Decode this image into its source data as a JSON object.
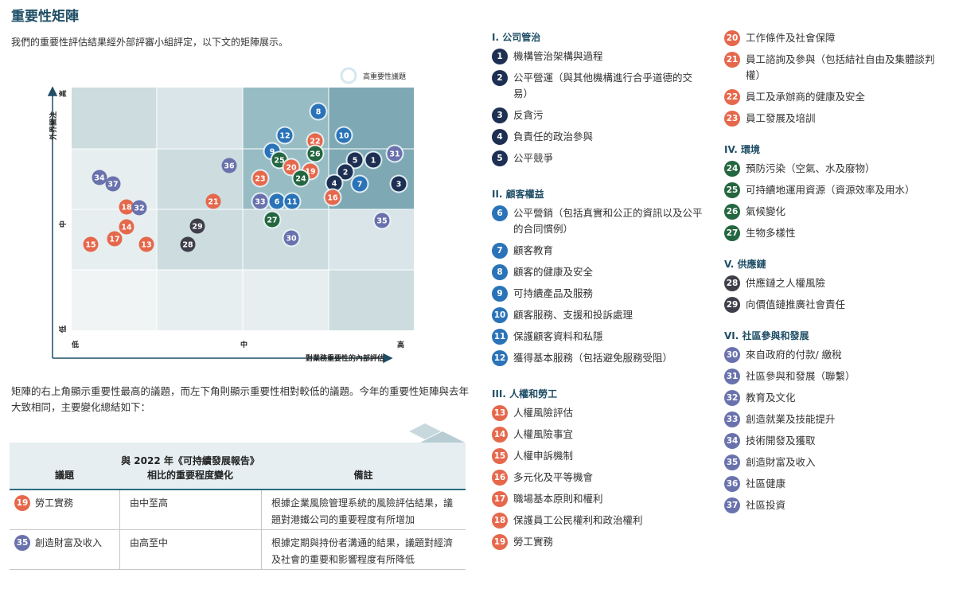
{
  "title": "重要性矩陣",
  "intro": "我們的重要性評估結果經外部評審小組評定，以下文的矩陣展示。",
  "matrix": {
    "legend_label": "高重要性議題",
    "x_axis_label": "對業務重要性的內部評估",
    "y_axis_label": "外界關注",
    "x_ticks": [
      "低",
      "中",
      "高"
    ],
    "y_ticks": [
      "高",
      "中",
      "低"
    ]
  },
  "colors": {
    "navy": "#1d2f52",
    "blue": "#2a73b8",
    "orange": "#e6684c",
    "green": "#23663f",
    "darkgrey": "#3e3f4a",
    "purple": "#6a72ad",
    "accent": "#1f4e66"
  },
  "paragraph": "矩陣的右上角顯示重要性最高的議題，而左下角則顯示重要性相對較低的議題。今年的重要性矩陣與去年大致相同，主要變化總結如下：",
  "table": {
    "headers": [
      "議題",
      "與 2022 年《可持續發展報告》相比的重要程度變化",
      "備註"
    ],
    "rows": [
      {
        "num": "19",
        "color": "#e6684c",
        "topic": "勞工實務",
        "change": "由中至高",
        "note": "根據企業風險管理系統的風險評估結果，議題對港鐵公司的重要程度有所增加"
      },
      {
        "num": "35",
        "color": "#6a72ad",
        "topic": "創造財富及收入",
        "change": "由高至中",
        "note": "根據定期與持份者溝通的結果，議題對經濟及社會的重要和影響程度有所降低"
      }
    ]
  },
  "sections": [
    {
      "title": "I. 公司管治",
      "items": [
        {
          "num": "1",
          "label": "機構管治架構與過程",
          "color": "#1d2f52"
        },
        {
          "num": "2",
          "label": "公平營運（與其他機構進行合乎道德的交易）",
          "color": "#1d2f52"
        },
        {
          "num": "3",
          "label": "反貪污",
          "color": "#1d2f52"
        },
        {
          "num": "4",
          "label": "負責任的政治參與",
          "color": "#1d2f52"
        },
        {
          "num": "5",
          "label": "公平競爭",
          "color": "#1d2f52"
        }
      ]
    },
    {
      "title": "II. 顧客權益",
      "items": [
        {
          "num": "6",
          "label": "公平營銷（包括真實和公正的資訊以及公平的合同慣例）",
          "color": "#2a73b8"
        },
        {
          "num": "7",
          "label": "顧客教育",
          "color": "#2a73b8"
        },
        {
          "num": "8",
          "label": "顧客的健康及安全",
          "color": "#2a73b8"
        },
        {
          "num": "9",
          "label": "可持續產品及服務",
          "color": "#2a73b8"
        },
        {
          "num": "10",
          "label": "顧客服務、支援和投訴處理",
          "color": "#2a73b8"
        },
        {
          "num": "11",
          "label": "保護顧客資料和私隱",
          "color": "#2a73b8"
        },
        {
          "num": "12",
          "label": "獲得基本服務（包括避免服務受阻）",
          "color": "#2a73b8"
        }
      ]
    },
    {
      "title": "III. 人權和勞工",
      "items": [
        {
          "num": "13",
          "label": "人權風險評估",
          "color": "#e6684c"
        },
        {
          "num": "14",
          "label": "人權風險事宜",
          "color": "#e6684c"
        },
        {
          "num": "15",
          "label": "人權申訴機制",
          "color": "#e6684c"
        },
        {
          "num": "16",
          "label": "多元化及平等機會",
          "color": "#e6684c"
        },
        {
          "num": "17",
          "label": "職場基本原則和權利",
          "color": "#e6684c"
        },
        {
          "num": "18",
          "label": "保護員工公民權利和政治權利",
          "color": "#e6684c"
        },
        {
          "num": "19",
          "label": "勞工實務",
          "color": "#e6684c"
        },
        {
          "num": "20",
          "label": "工作條件及社會保障",
          "color": "#e6684c"
        },
        {
          "num": "21",
          "label": "員工諮詢及參與（包括結社自由及集體談判權）",
          "color": "#e6684c"
        },
        {
          "num": "22",
          "label": "員工及承辦商的健康及安全",
          "color": "#e6684c"
        },
        {
          "num": "23",
          "label": "員工發展及培訓",
          "color": "#e6684c"
        }
      ]
    },
    {
      "title": "IV. 環境",
      "items": [
        {
          "num": "24",
          "label": "預防污染（空氣、水及廢物）",
          "color": "#23663f"
        },
        {
          "num": "25",
          "label": "可持續地運用資源（資源效率及用水）",
          "color": "#23663f"
        },
        {
          "num": "26",
          "label": "氣候變化",
          "color": "#23663f"
        },
        {
          "num": "27",
          "label": "生物多樣性",
          "color": "#23663f"
        }
      ]
    },
    {
      "title": "V. 供應鏈",
      "items": [
        {
          "num": "28",
          "label": "供應鏈之人權風險",
          "color": "#3e3f4a"
        },
        {
          "num": "29",
          "label": "向價值鏈推廣社會責任",
          "color": "#3e3f4a"
        }
      ]
    },
    {
      "title": "VI. 社區參與和發展",
      "items": [
        {
          "num": "30",
          "label": "來自政府的付款/ 繳稅",
          "color": "#6a72ad"
        },
        {
          "num": "31",
          "label": "社區參與和發展（聯繫）",
          "color": "#6a72ad"
        },
        {
          "num": "32",
          "label": "教育及文化",
          "color": "#6a72ad"
        },
        {
          "num": "33",
          "label": "創造就業及技能提升",
          "color": "#6a72ad"
        },
        {
          "num": "34",
          "label": "技術開發及獲取",
          "color": "#6a72ad"
        },
        {
          "num": "35",
          "label": "創造財富及收入",
          "color": "#6a72ad"
        },
        {
          "num": "36",
          "label": "社區健康",
          "color": "#6a72ad"
        },
        {
          "num": "37",
          "label": "社區投資",
          "color": "#6a72ad"
        }
      ]
    }
  ]
}
